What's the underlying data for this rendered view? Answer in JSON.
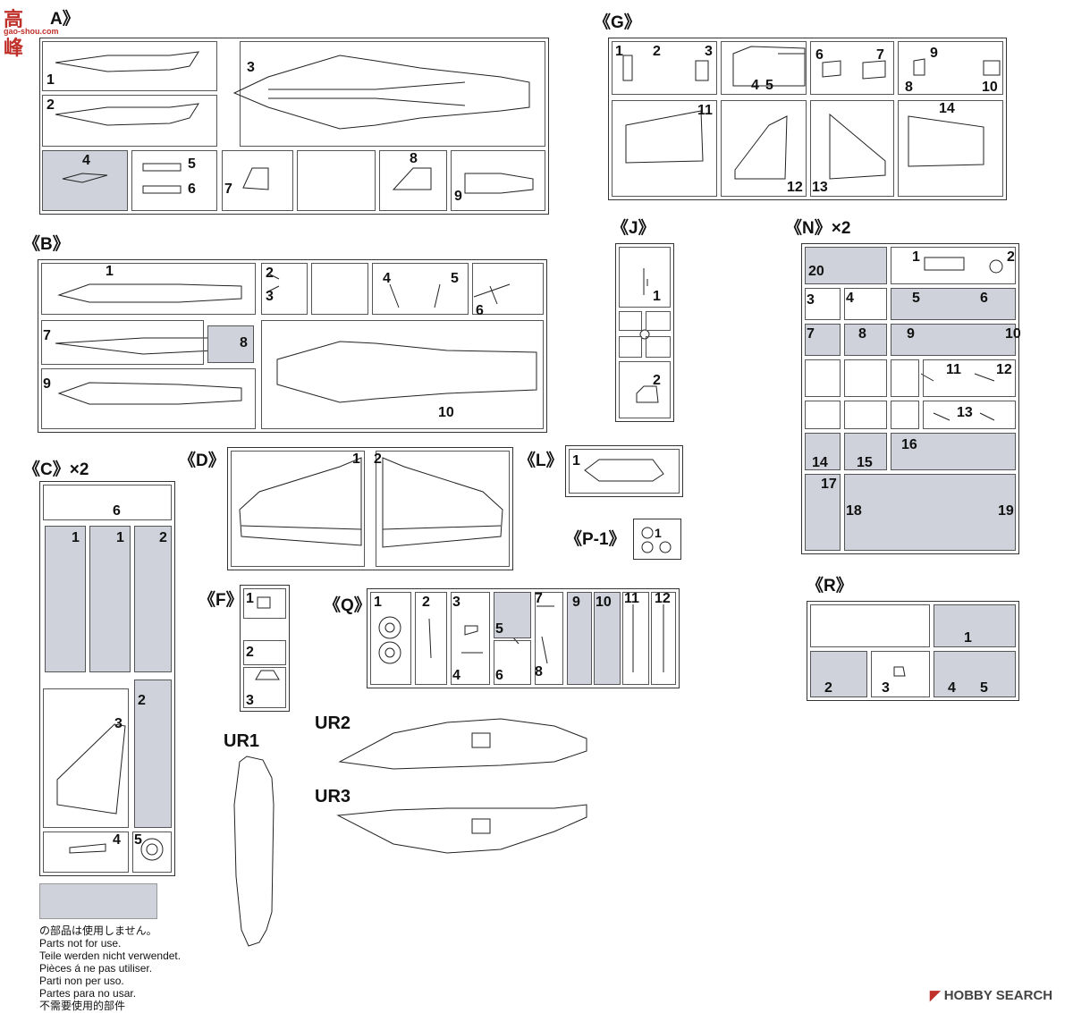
{
  "watermark_top": {
    "logo_text": "高峰",
    "url": "gao-shou.com"
  },
  "watermark_bottom": {
    "brand": "HOBBY SEARCH"
  },
  "sprues": {
    "A": {
      "label": "A》"
    },
    "B": {
      "label": "《B》"
    },
    "C": {
      "label": "《C》×2"
    },
    "D": {
      "label": "《D》"
    },
    "F": {
      "label": "《F》"
    },
    "G": {
      "label": "《G》"
    },
    "J": {
      "label": "《J》"
    },
    "L": {
      "label": "《L》"
    },
    "N": {
      "label": "《N》×2"
    },
    "P": {
      "label": "《P-1》"
    },
    "Q": {
      "label": "《Q》"
    },
    "R": {
      "label": "《R》"
    }
  },
  "loose_parts": {
    "ur1": "UR1",
    "ur2": "UR2",
    "ur3": "UR3"
  },
  "legend": {
    "lines": [
      "の部品は使用しません。",
      "Parts not for use.",
      "Teile werden nicht verwendet.",
      "Pièces á ne pas utiliser.",
      "Parti non per uso.",
      "Partes para no usar.",
      "不需要使用的部件"
    ]
  },
  "colors": {
    "unused_parts": "#cfd2da",
    "frame": "#333333"
  }
}
